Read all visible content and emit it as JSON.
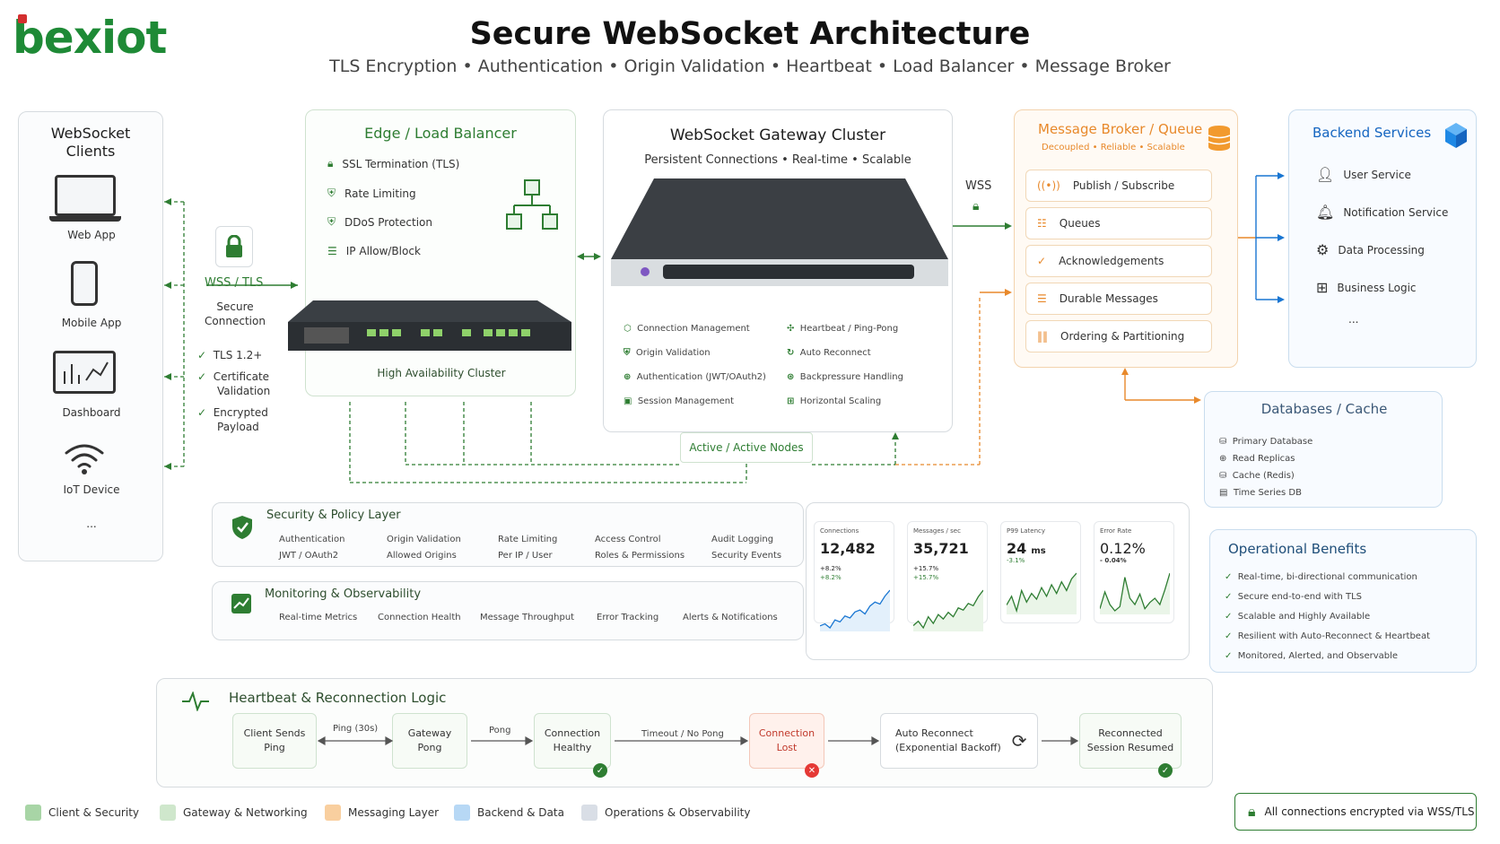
{
  "brand": {
    "logo_text": "bexiot"
  },
  "header": {
    "title": "Secure WebSocket Architecture",
    "subtitle_items": [
      "TLS Encryption",
      "Authentication",
      "Origin Validation",
      "Heartbeat",
      "Load Balancer",
      "Message Broker"
    ]
  },
  "clients": {
    "title_line1": "WebSocket",
    "title_line2": "Clients",
    "items": [
      "Web App",
      "Mobile App",
      "Dashboard",
      "IoT Device"
    ],
    "more": "..."
  },
  "secure_conn": {
    "protocol": "WSS / TLS",
    "label_line1": "Secure",
    "label_line2": "Connection",
    "checks": [
      "TLS 1.2+",
      "Certificate",
      "Validation",
      "Encrypted",
      "Payload"
    ]
  },
  "edge": {
    "title": "Edge / Load Balancer",
    "features": [
      "SSL Termination (TLS)",
      "Rate Limiting",
      "DDoS Protection",
      "IP Allow/Block"
    ],
    "caption": "High Availability Cluster"
  },
  "gateway": {
    "title": "WebSocket Gateway Cluster",
    "subtitle": "Persistent Connections • Real-time • Scalable",
    "left_features": [
      "Connection Management",
      "Origin Validation",
      "Authentication (JWT/OAuth2)",
      "Session Management"
    ],
    "right_features": [
      "Heartbeat / Ping-Pong",
      "Auto Reconnect",
      "Backpressure Handling",
      "Horizontal Scaling"
    ],
    "nodes_label": "Active / Active Nodes"
  },
  "wss_link": {
    "label": "WSS"
  },
  "broker": {
    "title": "Message Broker / Queue",
    "subtitle": "Decoupled • Reliable • Scalable",
    "items": [
      "Publish / Subscribe",
      "Queues",
      "Acknowledgements",
      "Durable Messages",
      "Ordering & Partitioning"
    ]
  },
  "backend": {
    "title": "Backend Services",
    "items": [
      "User Service",
      "Notification Service",
      "Data Processing",
      "Business Logic"
    ],
    "more": "..."
  },
  "databases": {
    "title": "Databases / Cache",
    "items": [
      "Primary Database",
      "Read Replicas",
      "Cache (Redis)",
      "Time Series DB"
    ]
  },
  "security": {
    "title": "Security & Policy Layer",
    "cols": [
      {
        "a": "Authentication",
        "b": "JWT / OAuth2"
      },
      {
        "a": "Origin Validation",
        "b": "Allowed Origins"
      },
      {
        "a": "Rate Limiting",
        "b": "Per IP / User"
      },
      {
        "a": "Access Control",
        "b": "Roles & Permissions"
      },
      {
        "a": "Audit Logging",
        "b": "Security Events"
      }
    ]
  },
  "monitoring": {
    "title": "Monitoring & Observability",
    "items": [
      "Real-time Metrics",
      "Connection Health",
      "Message Throughput",
      "Error Tracking",
      "Alerts & Notifications"
    ]
  },
  "metrics": [
    {
      "label": "Connections",
      "value": "12,482",
      "unit": "",
      "delta": "+8.2%",
      "change": "+8.2%",
      "series": [
        30,
        32,
        28,
        36,
        34,
        40,
        38,
        44,
        46,
        42,
        50,
        54,
        52,
        60,
        66
      ]
    },
    {
      "label": "Messages / sec",
      "value": "35,721",
      "unit": "",
      "delta": "+15.7%",
      "change": "+15.7%",
      "series": [
        30,
        34,
        28,
        38,
        32,
        40,
        36,
        42,
        38,
        46,
        44,
        50,
        48,
        56,
        62
      ]
    },
    {
      "label": "P99 Latency",
      "value": "24",
      "unit": "ms",
      "delta": "",
      "change": "-3.1%",
      "series": [
        34,
        40,
        30,
        44,
        36,
        42,
        38,
        46,
        40,
        48,
        42,
        50,
        44,
        52,
        56
      ]
    },
    {
      "label": "Error Rate",
      "value": "0.12%",
      "unit": "",
      "delta": "",
      "change": "- 0.04%",
      "series": [
        30,
        46,
        34,
        28,
        32,
        60,
        40,
        34,
        44,
        30,
        36,
        40,
        34,
        48,
        64
      ]
    }
  ],
  "benefits": {
    "title": "Operational Benefits",
    "items": [
      "Real-time, bi-directional communication",
      "Secure end-to-end with TLS",
      "Scalable and Highly Available",
      "Resilient with Auto-Reconnect & Heartbeat",
      "Monitored, Alerted, and Observable"
    ]
  },
  "heartbeat": {
    "title": "Heartbeat & Reconnection Logic",
    "steps": [
      {
        "l1": "Client Sends",
        "l2": "Ping"
      },
      {
        "l1": "Gateway",
        "l2": "Pong"
      },
      {
        "l1": "Connection",
        "l2": "Healthy"
      },
      {
        "l1": "Connection",
        "l2": "Lost"
      },
      {
        "l1": "Auto Reconnect",
        "l2": "(Exponential Backoff)"
      },
      {
        "l1": "Reconnected",
        "l2": "Session Resumed"
      }
    ],
    "arrows": [
      "Ping (30s)",
      "Pong",
      "Timeout / No Pong"
    ]
  },
  "legend": [
    {
      "label": "Client & Security",
      "color": "#a8d5a6"
    },
    {
      "label": "Gateway & Networking",
      "color": "#cfe7cc"
    },
    {
      "label": "Messaging Layer",
      "color": "#f9cf9f"
    },
    {
      "label": "Backend & Data",
      "color": "#b7d8f5"
    },
    {
      "label": "Operations & Observability",
      "color": "#d9dee6"
    }
  ],
  "footer_badge": "All connections encrypted via WSS/TLS",
  "colors": {
    "green": "#2e7d32",
    "orange": "#e8892b",
    "blue": "#1976d2"
  }
}
